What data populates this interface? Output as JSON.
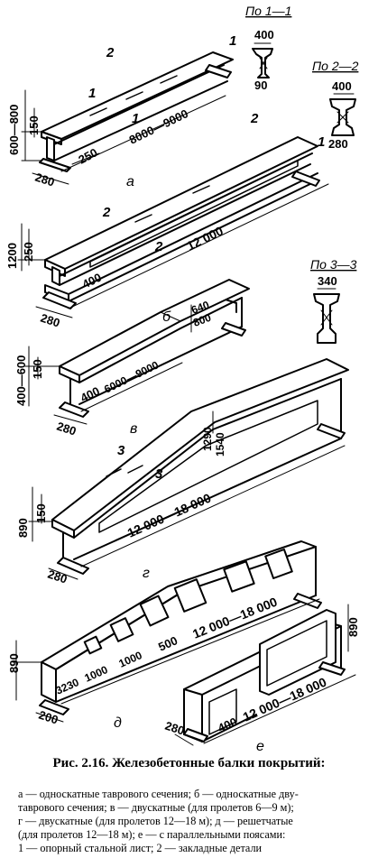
{
  "labels": {
    "a": "а",
    "b": "б",
    "v": "в",
    "g": "г",
    "d": "д",
    "e": "е"
  },
  "sections": {
    "s1": "По 1—1",
    "s1_top": "400",
    "s1_bottom": "90",
    "s2": "По 2—2",
    "s2_top": "400",
    "s2_bottom": "280",
    "s3": "По 3—3",
    "s3_top": "340"
  },
  "dims": {
    "a_height": "600—800",
    "a_flange": "150",
    "a_width": "250",
    "a_base": "280",
    "a_span": "8000—9000",
    "b_height": "1200",
    "b_flange": "250",
    "b_width": "400",
    "b_base": "280",
    "b_span": "12 000",
    "v_height": "400—600",
    "v_flange": "150",
    "v_width": "400",
    "v_base": "280",
    "v_span": "6000—9000",
    "v_mid1": "640",
    "v_mid2": "800",
    "g_height": "890",
    "g_flange": "150",
    "g_base": "280",
    "g_span": "12 000—18 000",
    "g_mid1": "1290",
    "g_mid2": "1540",
    "d_height": "890",
    "d_base": "200",
    "d_s1": "3230",
    "d_s2": "1000",
    "d_s3": "1000",
    "d_s4": "500",
    "d_span": "12 000—18 000",
    "e_base": "280",
    "e_width": "400",
    "e_span": "12 000—18 000",
    "e_height": "890"
  },
  "markers": {
    "one": "1",
    "two": "2",
    "three": "3"
  },
  "caption": "Рис. 2.16. Железобетонные балки покрытий:",
  "legend_lines": [
    "а — односкатные таврового сечения; б — односкатные дву-",
    "таврового сечения; в — двускатные (для пролетов 6—9 м);",
    "г — двускатные (для пролетов 12—18 м); д — решетчатые",
    "(для пролетов 12—18 м); е — с параллельными поясами:",
    "1 — опорный стальной лист; 2 — закладные детали"
  ]
}
